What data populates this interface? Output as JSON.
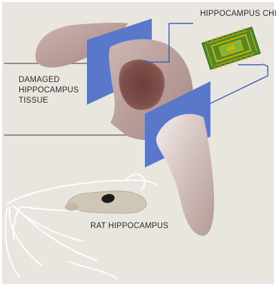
{
  "labels": {
    "chip": "HIPPOCAMPUS CHIP",
    "damaged_line1": "DAMAGED",
    "damaged_line2": "HIPPOCAMPUS",
    "damaged_line3": "TISSUE",
    "rat": "RAT HIPPOCAMPUS"
  },
  "colors": {
    "background": "#e8e6df",
    "tissue": "#bfa6a3",
    "damage": "#7a4c46",
    "blue_slice": "#5a78c9",
    "chip_green": "#4e8a2a",
    "chip_gold": "#d8b000"
  }
}
